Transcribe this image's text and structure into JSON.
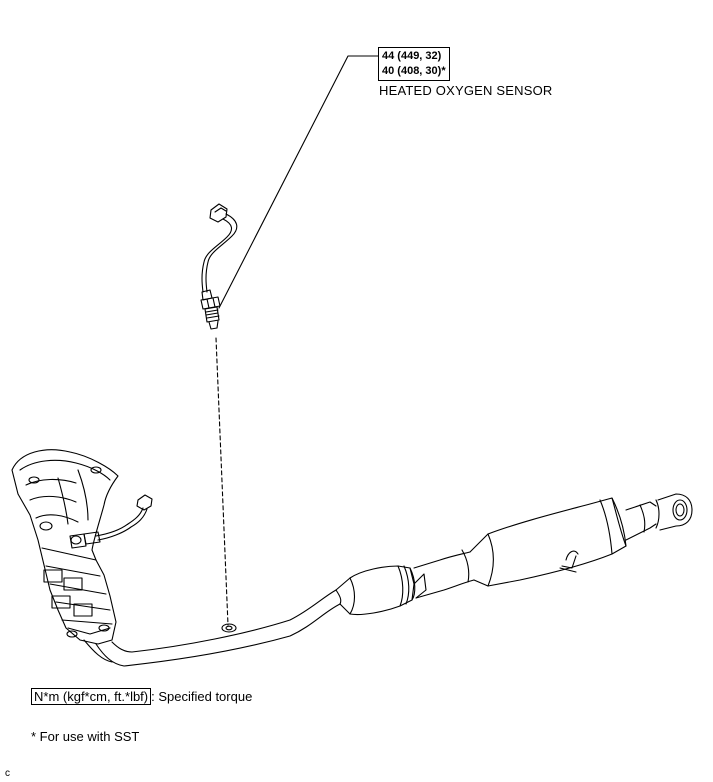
{
  "torque": {
    "line1": "44 (449, 32)",
    "line2": "40 (408, 30)*"
  },
  "part_label": "HEATED OXYGEN SENSOR",
  "legend": {
    "boxed_text": "N*m (kgf*cm, ft.*lbf)",
    "suffix": ": Specified torque"
  },
  "footnote": "* For use with SST",
  "corner_mark": "c"
}
